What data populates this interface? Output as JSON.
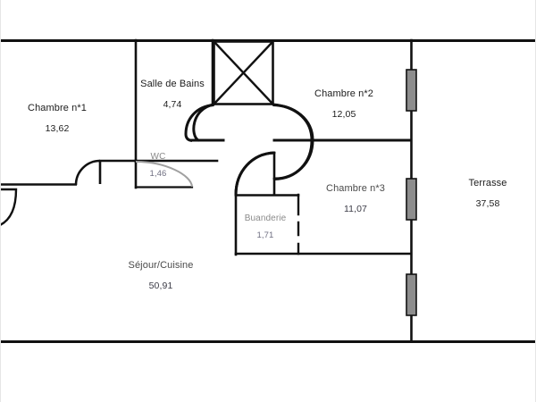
{
  "document": {
    "type": "floor-plan",
    "title": "Plan d'étage",
    "units_note": "m²",
    "background_color": "#ffffff",
    "wall_color": "#111111",
    "window_fill_color": "#8d8d8d",
    "door_arc_color": "#9a9a9a"
  },
  "rooms": [
    {
      "id": "chambre-1",
      "name": "Chambre n*1",
      "area": "13,62"
    },
    {
      "id": "salle-de-bains",
      "name": "Salle de Bains",
      "area": "4,74"
    },
    {
      "id": "wc",
      "name": "WC",
      "area": "1,46"
    },
    {
      "id": "chambre-2",
      "name": "Chambre n*2",
      "area": "12,05"
    },
    {
      "id": "chambre-3",
      "name": "Chambre n*3",
      "area": "11,07"
    },
    {
      "id": "buanderie",
      "name": "Buanderie",
      "area": "1,71"
    },
    {
      "id": "sejour-cuisine",
      "name": "Séjour/Cuisine",
      "area": "50,91"
    },
    {
      "id": "terrasse",
      "name": "Terrasse",
      "area": "37,58"
    }
  ],
  "features": {
    "shaft_label": "gaine-technique",
    "windows_count": 3,
    "door_arcs_count": 5
  }
}
